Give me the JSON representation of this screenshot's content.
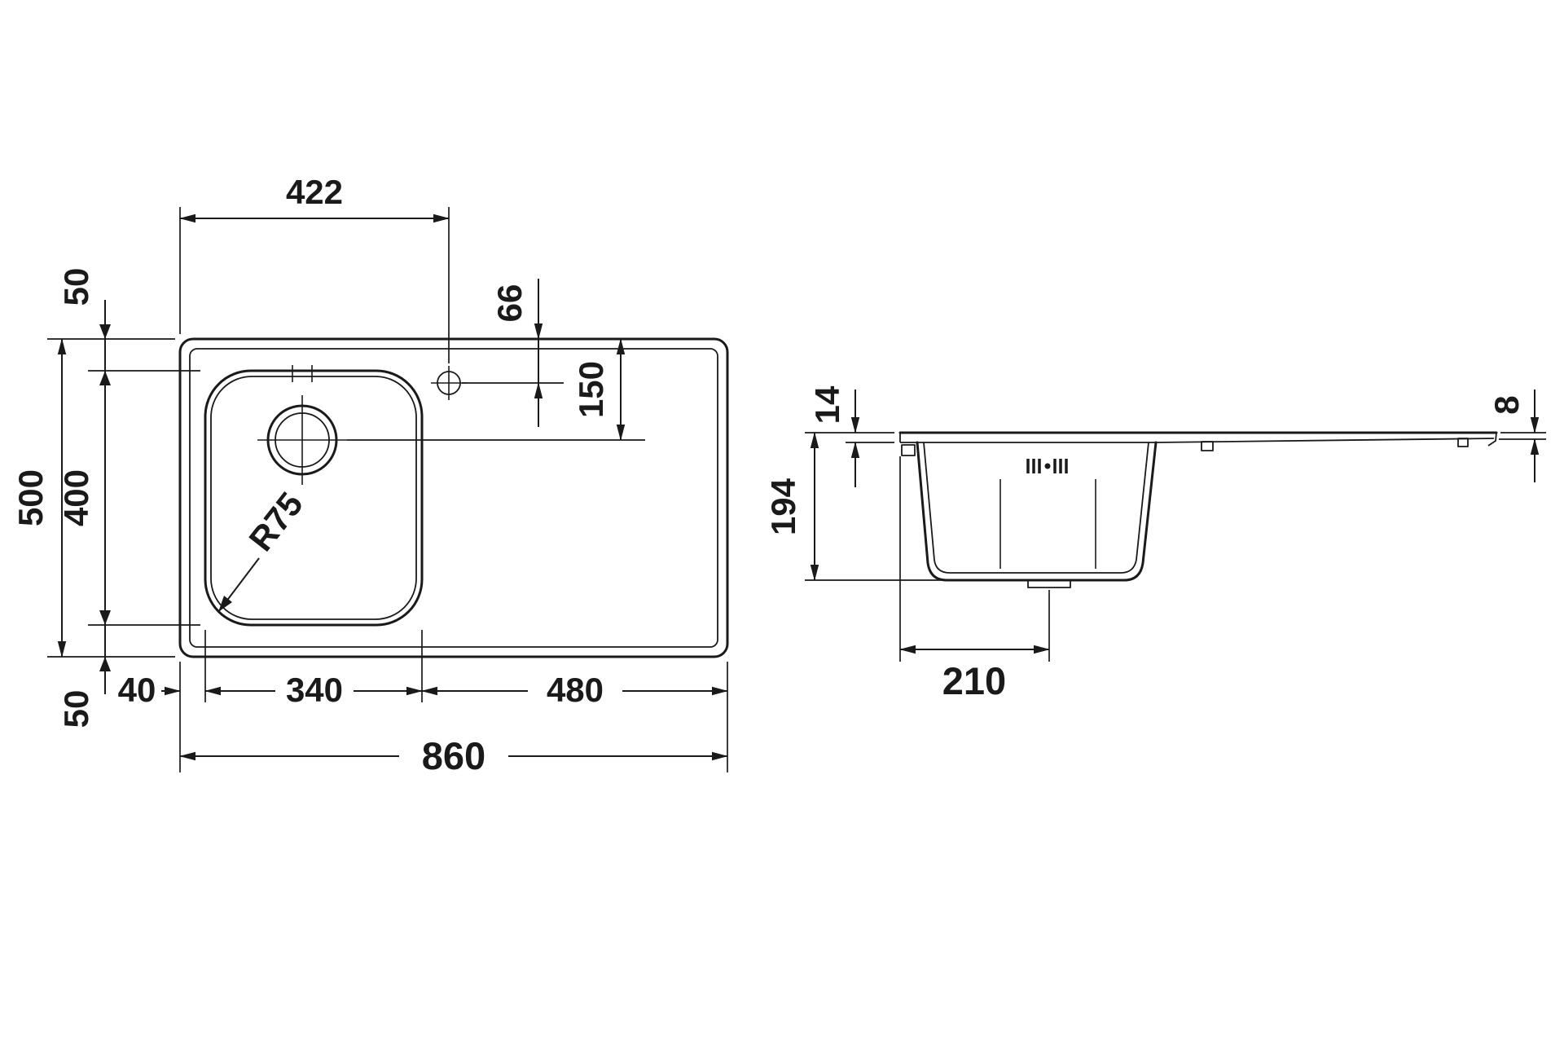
{
  "drawing": {
    "background": "#ffffff",
    "line_color": "#1a1a1a",
    "plan": {
      "dims": {
        "faucet_from_left": "422",
        "faucet_from_top": "66",
        "top_rim": "50",
        "drain_from_top": "150",
        "overall_depth": "500",
        "bowl_front_to_back": "400",
        "bowl_corner_radius": "R75",
        "left_rim": "40",
        "bowl_width": "340",
        "drainboard_width": "480",
        "bottom_rim": "50",
        "overall_width": "860"
      }
    },
    "side": {
      "dims": {
        "rim_profile_height": "14",
        "bowl_depth": "194",
        "drain_from_left": "210",
        "edge_thickness": "8"
      }
    }
  }
}
